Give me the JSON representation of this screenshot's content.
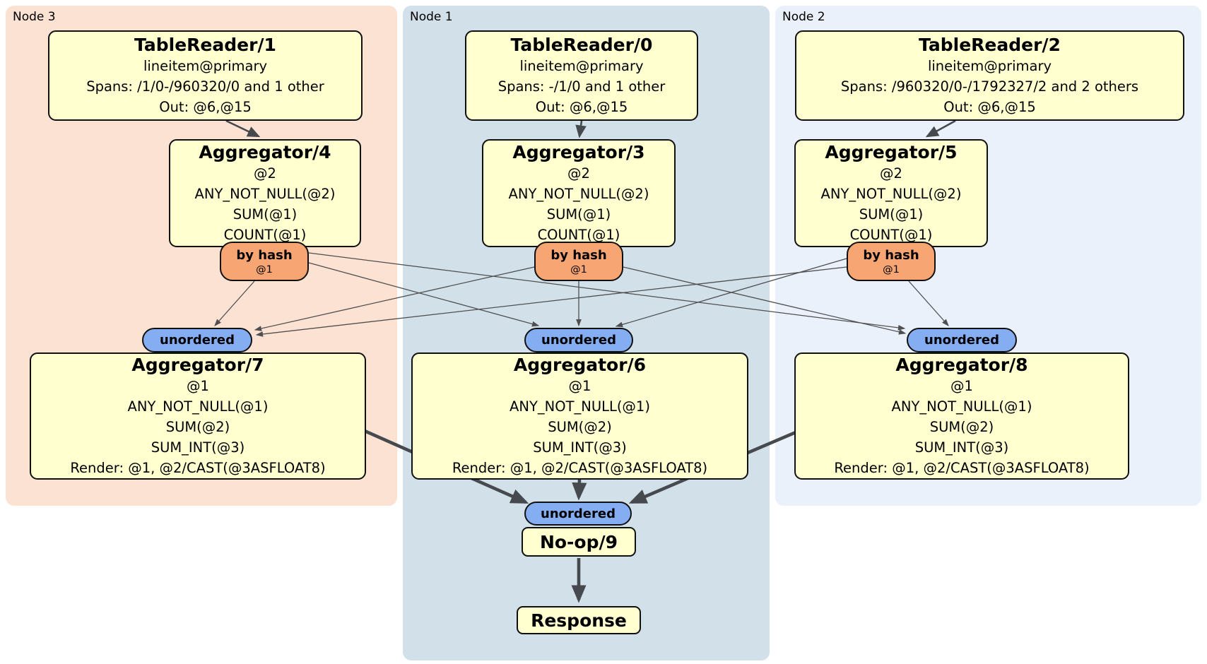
{
  "regions": {
    "node3": {
      "label": "Node 3"
    },
    "node1": {
      "label": "Node 1"
    },
    "node2": {
      "label": "Node 2"
    }
  },
  "processors": {
    "tablereader1": {
      "title": "TableReader/1",
      "lines": [
        "lineitem@primary",
        "Spans: /1/0-/960320/0 and 1 other",
        "Out: @6,@15"
      ]
    },
    "tablereader0": {
      "title": "TableReader/0",
      "lines": [
        "lineitem@primary",
        "Spans: -/1/0 and 1 other",
        "Out: @6,@15"
      ]
    },
    "tablereader2": {
      "title": "TableReader/2",
      "lines": [
        "lineitem@primary",
        "Spans: /960320/0-/1792327/2 and 2 others",
        "Out: @6,@15"
      ]
    },
    "aggregator4": {
      "title": "Aggregator/4",
      "lines": [
        "@2",
        "ANY_NOT_NULL(@2)",
        "SUM(@1)",
        "COUNT(@1)"
      ]
    },
    "aggregator3": {
      "title": "Aggregator/3",
      "lines": [
        "@2",
        "ANY_NOT_NULL(@2)",
        "SUM(@1)",
        "COUNT(@1)"
      ]
    },
    "aggregator5": {
      "title": "Aggregator/5",
      "lines": [
        "@2",
        "ANY_NOT_NULL(@2)",
        "SUM(@1)",
        "COUNT(@1)"
      ]
    },
    "aggregator7": {
      "title": "Aggregator/7",
      "lines": [
        "@1",
        "ANY_NOT_NULL(@1)",
        "SUM(@2)",
        "SUM_INT(@3)",
        "Render: @1, @2/CAST(@3ASFLOAT8)"
      ]
    },
    "aggregator6": {
      "title": "Aggregator/6",
      "lines": [
        "@1",
        "ANY_NOT_NULL(@1)",
        "SUM(@2)",
        "SUM_INT(@3)",
        "Render: @1, @2/CAST(@3ASFLOAT8)"
      ]
    },
    "aggregator8": {
      "title": "Aggregator/8",
      "lines": [
        "@1",
        "ANY_NOT_NULL(@1)",
        "SUM(@2)",
        "SUM_INT(@3)",
        "Render: @1, @2/CAST(@3ASFLOAT8)"
      ]
    },
    "noop9": {
      "title": "No-op/9"
    },
    "response": {
      "title": "Response"
    }
  },
  "routers": {
    "by_hash": {
      "label": "by hash",
      "columns": "@1"
    }
  },
  "streams": {
    "unordered": {
      "label": "unordered"
    }
  },
  "colors": {
    "processor_fill": "#ffffd0",
    "router_fill": "#f7a673",
    "stream_fill": "#85aef2",
    "node3_bg": "#fbe2d3",
    "node1_bg": "#d2e0e9",
    "node2_bg": "#eaf1fb",
    "edge_thin": "#4f4f4f",
    "edge_thick": "#46494d",
    "box_border": "#101010",
    "page_bg": "#ffffff"
  }
}
